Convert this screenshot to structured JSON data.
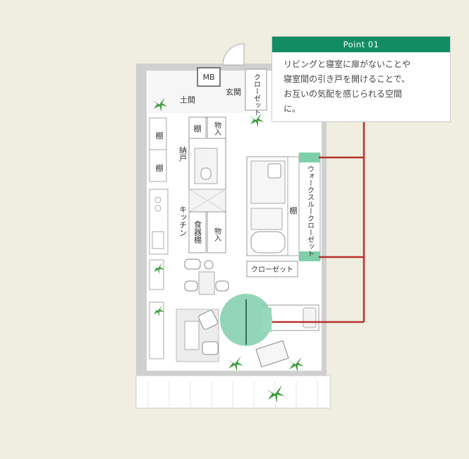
{
  "point": {
    "title": "Point 01",
    "body": "リビングと寝室に扉がないことや\n寝室間の引き戸を開けることで、\nお互いの気配を感じられる空間\nに。"
  },
  "rooms": {
    "mb": "MB",
    "doma": "土間",
    "genkan": "玄関",
    "closet_top": "クローゼット",
    "shelf": "棚",
    "storage": "物入",
    "nando": "納戸",
    "kitchen": "キッチン",
    "dish_shelf": "食器棚",
    "walk_in_closet": "ウォークスルークローゼット",
    "closet_bottom": "クローゼット"
  },
  "colors": {
    "background": "#efeee0",
    "accent_green": "#128d63",
    "highlight_green": "#7fcfaa",
    "leader_red": "#b8312f",
    "wall": "#c8c8c8",
    "floor": "#ffffff"
  }
}
